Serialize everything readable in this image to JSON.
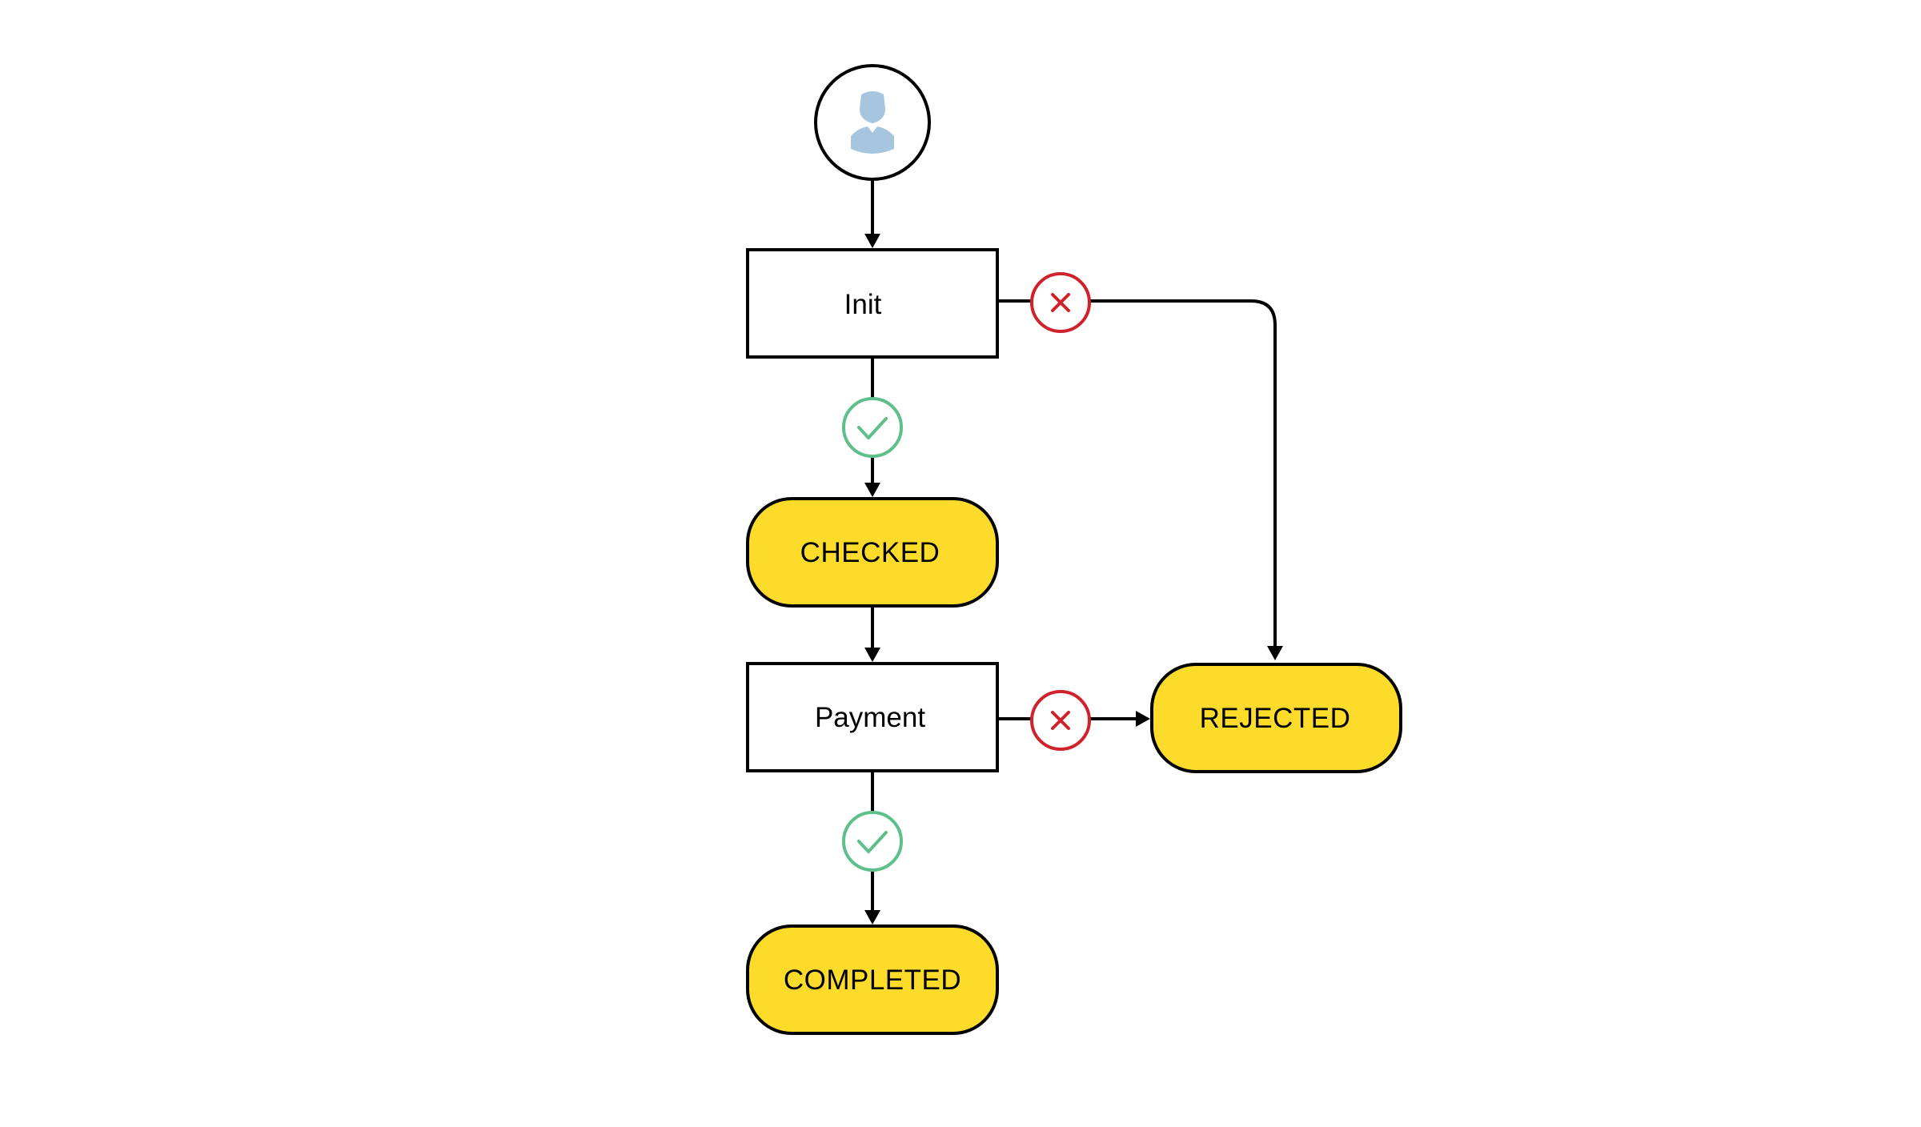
{
  "diagram": {
    "colors": {
      "state_fill": "#FDDB2B",
      "line": "#000000",
      "success": "#5FBF8A",
      "failure": "#D0222B",
      "user_icon": "#A6C6E0",
      "background": "#FFFFFF"
    },
    "start": {
      "icon": "user-icon"
    },
    "nodes": {
      "init": {
        "label": "Init",
        "kind": "action"
      },
      "checked": {
        "label": "CHECKED",
        "kind": "state"
      },
      "payment": {
        "label": "Payment",
        "kind": "action"
      },
      "rejected": {
        "label": "REJECTED",
        "kind": "state"
      },
      "completed": {
        "label": "COMPLETED",
        "kind": "state"
      }
    },
    "edges": [
      {
        "from": "start",
        "to": "init",
        "condition": "none"
      },
      {
        "from": "init",
        "to": "checked",
        "condition": "success",
        "icon": "check-icon"
      },
      {
        "from": "init",
        "to": "rejected",
        "condition": "failure",
        "icon": "cross-icon"
      },
      {
        "from": "checked",
        "to": "payment",
        "condition": "none"
      },
      {
        "from": "payment",
        "to": "rejected",
        "condition": "failure",
        "icon": "cross-icon"
      },
      {
        "from": "payment",
        "to": "completed",
        "condition": "success",
        "icon": "check-icon"
      }
    ]
  }
}
